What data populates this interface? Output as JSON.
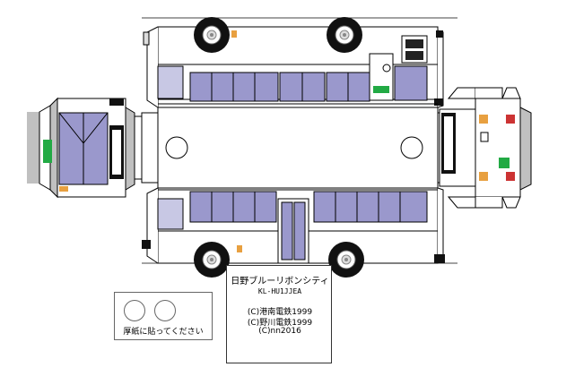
{
  "model": {
    "name": "日野ブルーリボンシティ",
    "code": "KL-HU1JJEA"
  },
  "credits": [
    "(C)港南電鉄1999",
    "(C)野川電鉄1999",
    "(C)nn2016"
  ],
  "instruction": "厚紙に貼ってください",
  "colors": {
    "window": "#9a98cc",
    "window_light": "#c8c8e4",
    "outline": "#000000",
    "grey": "#c0c0c0",
    "sign_green": "#22aa44",
    "lamp_orange": "#e8a040",
    "lamp_red": "#cc3333"
  },
  "icons": [
    "wheel-icon",
    "destination-sign-icon",
    "headlight-icon",
    "tail-lamp-icon",
    "glue-circle-icon"
  ]
}
